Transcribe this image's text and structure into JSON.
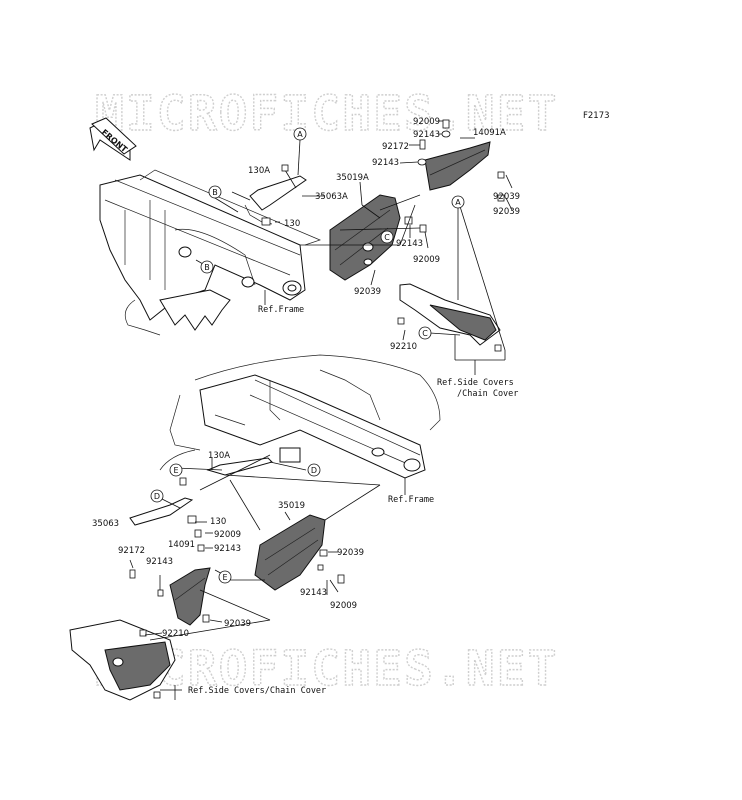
{
  "watermark": "MICROFICHES.NET",
  "figure_code": "F2173",
  "front_label": "FRONT",
  "upper": {
    "callouts": {
      "a1": "A",
      "a2": "A",
      "b1": "B",
      "b2": "B",
      "c1": "C",
      "c2": "C"
    },
    "parts": {
      "p130A": "130A",
      "p35063A": "35063A",
      "p130": "130",
      "p35019A": "35019A",
      "p92009_top": "92009",
      "p92143_a": "92143",
      "p14091A": "14091A",
      "p92172": "92172",
      "p92143_b": "92143",
      "p92039_a": "92039",
      "p92039_b": "92039",
      "p92143_c": "92143",
      "p92009_b": "92009",
      "p92039_c": "92039",
      "p92210": "92210"
    },
    "ref_frame": "Ref.Frame",
    "ref_side_1": "Ref.Side Covers",
    "ref_side_2": "/Chain Cover"
  },
  "lower": {
    "callouts": {
      "e1": "E",
      "e2": "E",
      "d1": "D",
      "d2": "D"
    },
    "parts": {
      "p130A": "130A",
      "p35019": "35019",
      "p35063": "35063",
      "p130": "130",
      "p92009_a": "92009",
      "p14091": "14091",
      "p92143_a": "92143",
      "p92039_a": "92039",
      "p92172": "92172",
      "p92143_b": "92143",
      "p92143_c": "92143",
      "p92009_b": "92009",
      "p92039_b": "92039",
      "p92210": "92210"
    },
    "ref_frame": "Ref.Frame",
    "ref_side": "Ref.Side Covers/Chain Cover"
  }
}
